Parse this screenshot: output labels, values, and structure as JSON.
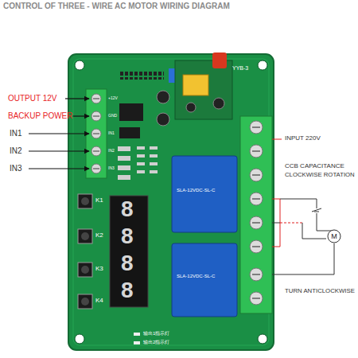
{
  "diagram": {
    "title": "CONTROL OF THREE - WIRE AC MOTOR WIRING DIAGRAM",
    "nodes": [
      {
        "text": [
          "M"
        ]
      }
    ],
    "labels": [
      "OUTPUT 12V",
      "BACKUP POWER",
      "IN1",
      "IN2",
      "IN3",
      "INPUT 220V",
      "CCB CAPACITANCE",
      "CLOCKWISE ROTATION",
      "TURN ANTICLOCKWISE",
      "YYB-3",
      "+12V",
      "GND",
      "IN1",
      "IN2",
      "IN3",
      "K1",
      "K2",
      "K3",
      "K4",
      "8",
      "8",
      "8",
      "8",
      "SLA-12VDC-SL-C",
      "SLA-12VDC-SL-C",
      "输出1指示灯",
      "输出2指示灯"
    ]
  }
}
